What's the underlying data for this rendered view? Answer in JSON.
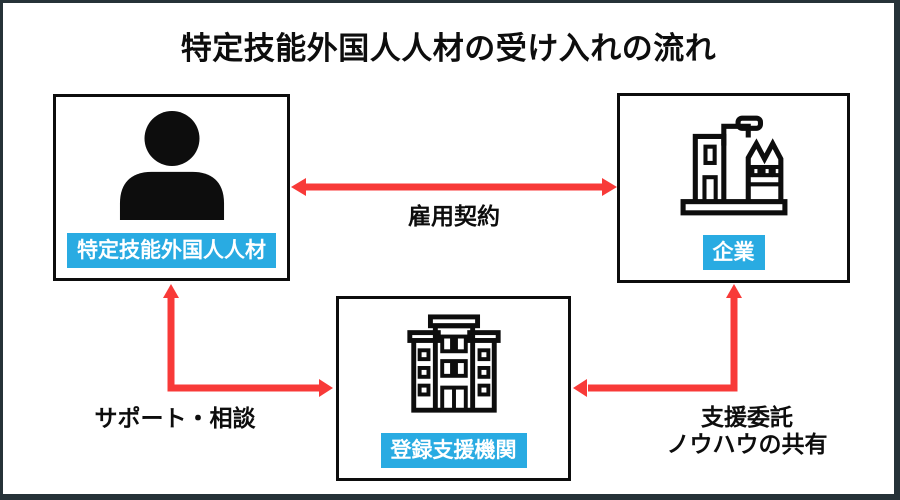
{
  "title": "特定技能外国人人材の受け入れの流れ",
  "nodes": {
    "worker": {
      "label": "特定技能外国人人材",
      "icon": "person-icon"
    },
    "company": {
      "label": "企業",
      "icon": "factory-icon"
    },
    "support_org": {
      "label": "登録支援機関",
      "icon": "office-building-icon"
    }
  },
  "arrows": {
    "employment": {
      "label": "雇用契約",
      "connects": [
        "特定技能外国人人材",
        "企業"
      ],
      "style": "horizontal-double-headed"
    },
    "support": {
      "label": "サポート・相談",
      "connects": [
        "登録支援機関",
        "特定技能外国人人材"
      ],
      "style": "elbow-double-headed"
    },
    "consignment": {
      "label_line1": "支援委託",
      "label_line2": "ノウハウの共有",
      "connects": [
        "登録支援機関",
        "企業"
      ],
      "style": "elbow-double-headed"
    }
  },
  "colors": {
    "label_background_blue": "#29abe2",
    "label_text": "#ffffff",
    "arrow_red": "#f83a38",
    "outer_border": "#263238",
    "node_border": "#0d0d0d",
    "title_text": "#0d0d0d",
    "background": "#ffffff"
  }
}
